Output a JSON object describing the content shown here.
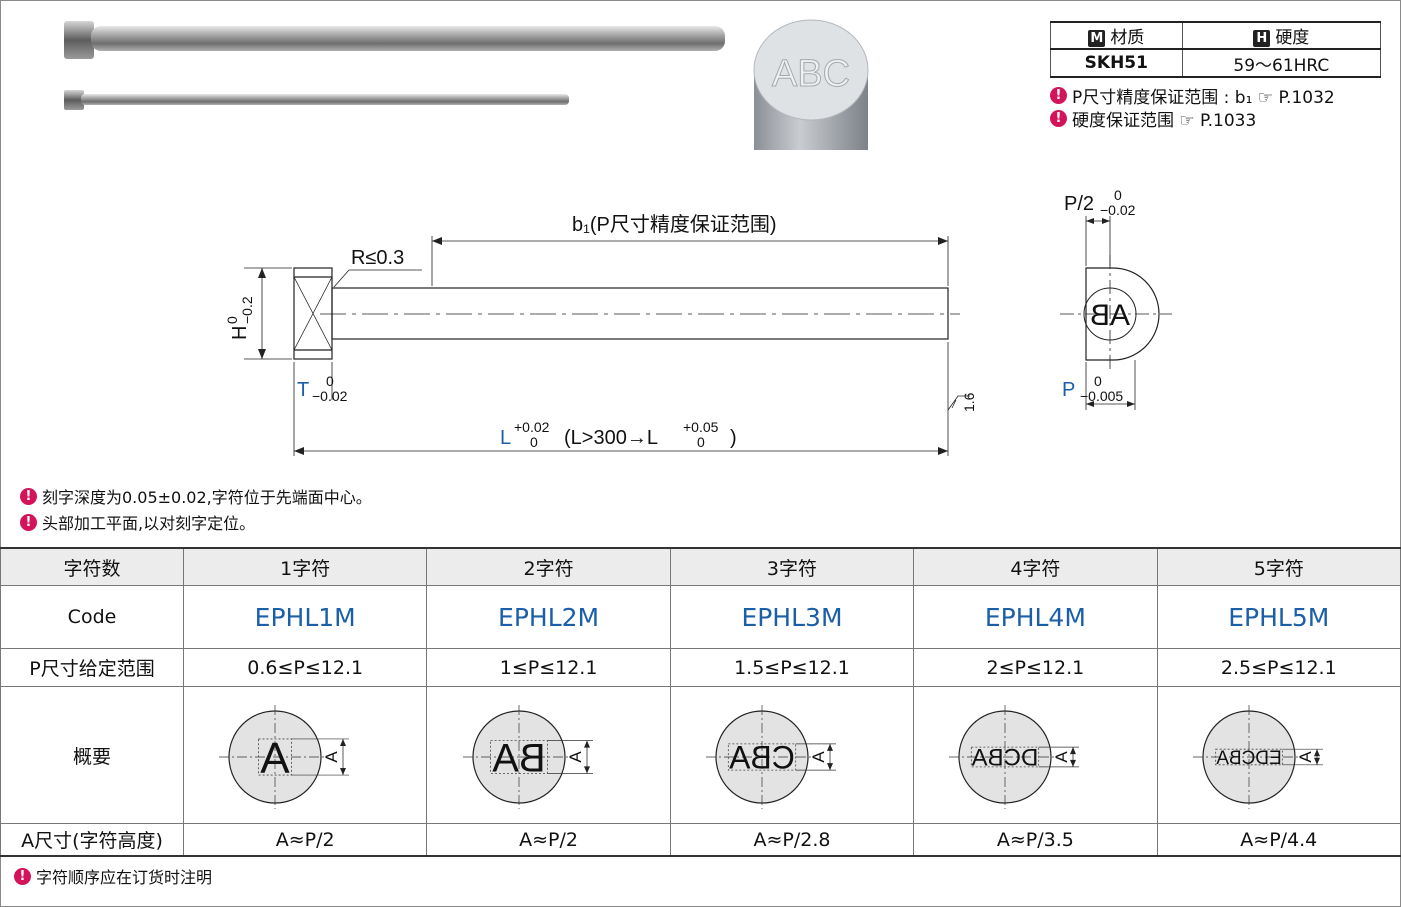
{
  "material_table": {
    "material_icon": "M",
    "material_header": "材质",
    "hardness_icon": "H",
    "hardness_header": "硬度",
    "material_value": "SKH51",
    "hardness_value": "59～61HRC"
  },
  "ref_notes": [
    {
      "icon": "!",
      "text": "P尺寸精度保证范围 : b₁ ☞ P.1032"
    },
    {
      "icon": "!",
      "text": "硬度保证范围 ☞ P.1033"
    }
  ],
  "photo": {
    "engraving_text": "ABC"
  },
  "drawing": {
    "b1_label": "b₁(P尺寸精度保证范围)",
    "radius_label": "R≤0.3",
    "h_label": "H",
    "h_tol_upper": "0",
    "h_tol_lower": "−0.2",
    "t_label": "T",
    "t_tol_upper": "0",
    "t_tol_lower": "−0.02",
    "l_label": "L",
    "l_tol_upper": "+0.02",
    "l_tol_lower": "0",
    "l_condition": "(L>300→L",
    "l_tol2_upper": "+0.05",
    "l_tol2_lower": "0",
    "l_close": ")",
    "roughness": "1.6",
    "p2_label": "P/2",
    "p2_tol_upper": "0",
    "p2_tol_lower": "−0.02",
    "p_label": "P",
    "p_tol_upper": "0",
    "p_tol_lower": "−0.005",
    "end_letters": "AB"
  },
  "drawing_notes": [
    {
      "icon": "!",
      "text": "刻字深度为0.05±0.02,字符位于先端面中心。"
    },
    {
      "icon": "!",
      "text": "头部加工平面,以对刻字定位。"
    }
  ],
  "spec_table": {
    "row_labels": {
      "chars": "字符数",
      "code": "Code",
      "p_range": "P尺寸给定范围",
      "overview": "概要",
      "a_size": "A尺寸(字符高度)"
    },
    "columns": [
      {
        "chars": "1字符",
        "code": "EPHL1M",
        "p_range": "0.6≤P≤12.1",
        "letters": "A",
        "a_size": "A≈P/2"
      },
      {
        "chars": "2字符",
        "code": "EPHL2M",
        "p_range": "1≤P≤12.1",
        "letters": "AB",
        "a_size": "A≈P/2"
      },
      {
        "chars": "3字符",
        "code": "EPHL3M",
        "p_range": "1.5≤P≤12.1",
        "letters": "ABC",
        "a_size": "A≈P/2.8"
      },
      {
        "chars": "4字符",
        "code": "EPHL4M",
        "p_range": "2≤P≤12.1",
        "letters": "ABCD",
        "a_size": "A≈P/3.5"
      },
      {
        "chars": "5字符",
        "code": "EPHL5M",
        "p_range": "2.5≤P≤12.1",
        "letters": "ABCDE",
        "a_size": "A≈P/4.4"
      }
    ],
    "dim_letter": "A"
  },
  "footer_note": {
    "icon": "!",
    "text": "字符顺序应在订货时注明"
  }
}
